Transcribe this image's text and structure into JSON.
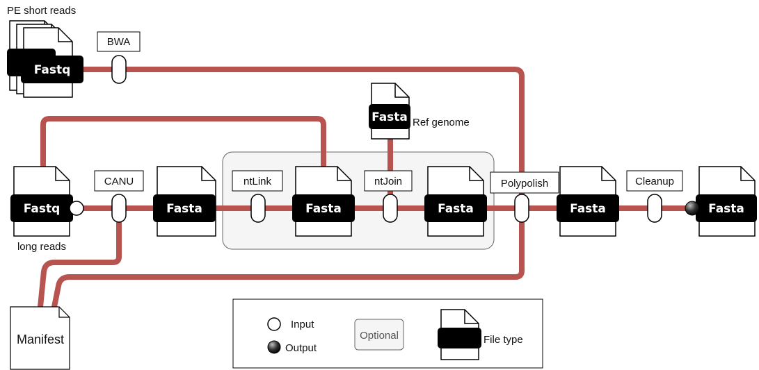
{
  "inputs": {
    "short_reads_label": "PE short reads",
    "short_reads_type": "Fastq",
    "long_reads_label": "long reads",
    "long_reads_type": "Fastq",
    "ref_genome_label": "Ref genome",
    "ref_genome_type": "Fasta",
    "manifest_label": "Manifest"
  },
  "steps": {
    "bwa": "BWA",
    "canu": "CANU",
    "ntlink": "ntLink",
    "ntjoin": "ntJoin",
    "polypolish": "Polypolish",
    "cleanup": "Cleanup"
  },
  "outputs": {
    "canu_out": "Fasta",
    "ntlink_out": "Fasta",
    "ntjoin_out": "Fasta",
    "polypolish_out": "Fasta",
    "final_out": "Fasta"
  },
  "legend": {
    "input": "Input",
    "output": "Output",
    "optional": "Optional",
    "file_type": "File type"
  },
  "colors": {
    "pipe": "#b85450",
    "badge": "#000000",
    "optional_fill": "#f5f5f5",
    "optional_stroke": "#666666"
  }
}
